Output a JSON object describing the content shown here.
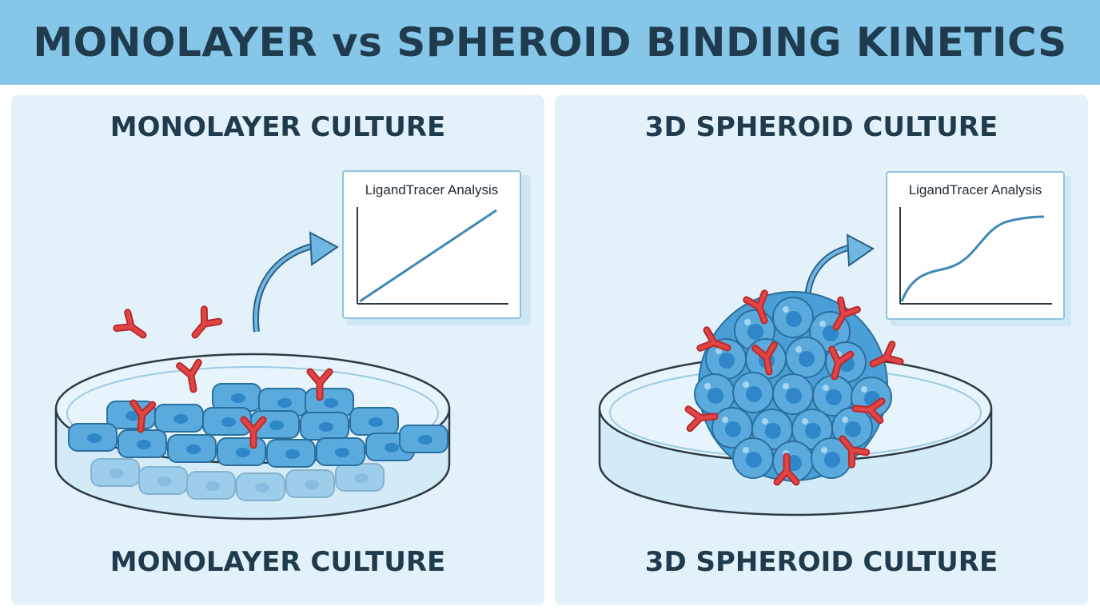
{
  "header": {
    "title": "MONOLAYER vs SPHEROID BINDING KINETICS"
  },
  "panels": {
    "monolayer": {
      "heading_top": "MONOLAYER CULTURE",
      "heading_bottom": "MONOLAYER CULTURE",
      "chart_title": "LigandTracer Analysis"
    },
    "spheroid": {
      "heading_top": "3D SPHEROID CULTURE",
      "heading_bottom": "3D SPHEROID CULTURE",
      "chart_title": "LigandTracer Analysis"
    }
  },
  "colors": {
    "banner": "#86c7e9",
    "panel_bg": "#e3f2fa",
    "title_text": "#1f3b4d",
    "cell_fill": "#5aaade",
    "cell_nucleus": "#2f86c8",
    "antibody": "#d93a3a",
    "curve": "#3f89b6"
  },
  "icons": [
    "antibody-icon",
    "arrow-icon",
    "petri-dish-icon",
    "cell-icon",
    "spheroid-icon"
  ]
}
